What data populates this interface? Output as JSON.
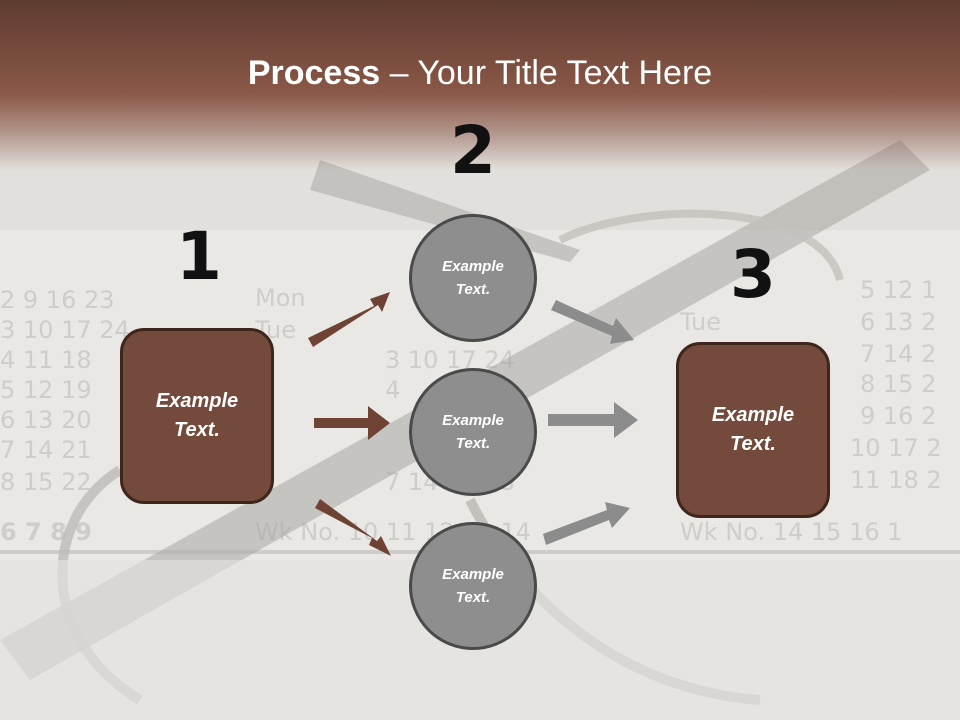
{
  "title": {
    "bold": "Process",
    "rest": " – Your Title Text Here"
  },
  "steps": {
    "one": "1",
    "two": "2",
    "three": "3"
  },
  "nodes": {
    "left_box": "Example Text.",
    "circle_top": "Example Text.",
    "circle_middle": "Example Text.",
    "circle_bottom": "Example Text.",
    "right_box": "Example Text."
  },
  "colors": {
    "brown": "#734a3c",
    "brown_border": "#3e261d",
    "circle_gray": "#8e8e8e",
    "arrow_brown": "#6e4334",
    "arrow_gray": "#8c8c8c"
  }
}
